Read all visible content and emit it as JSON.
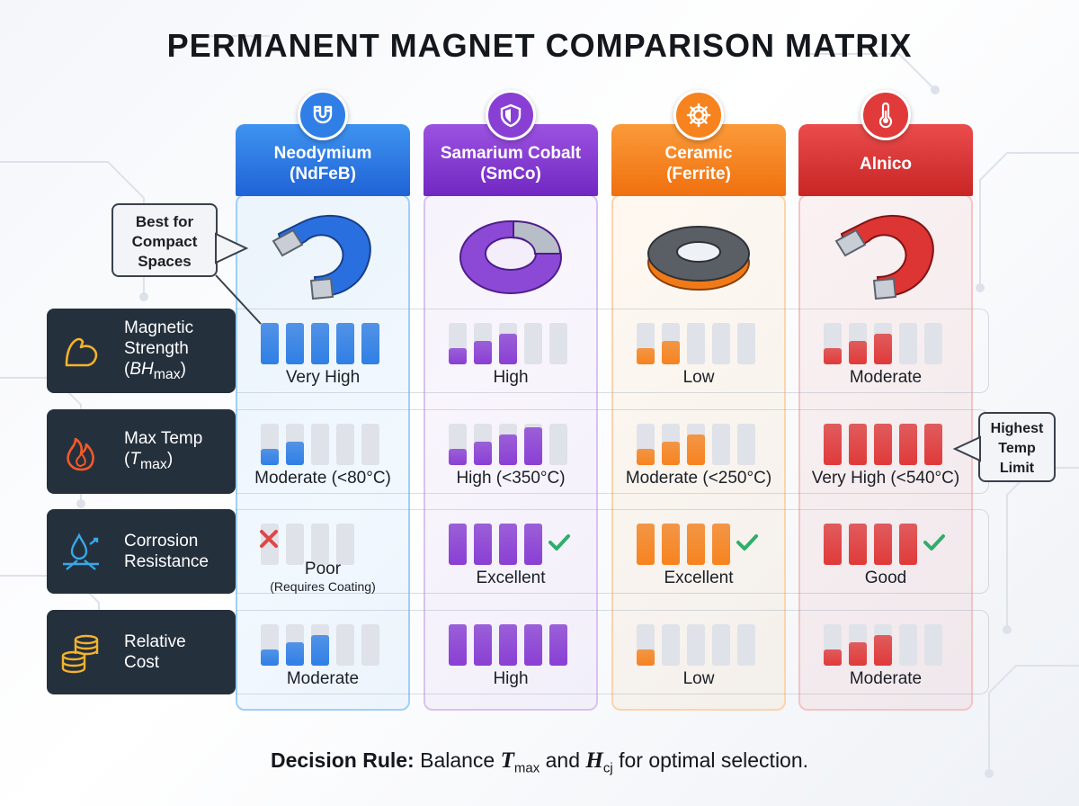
{
  "title": "PERMANENT MAGNET COMPARISON MATRIX",
  "columns": [
    {
      "name": "Neodymium",
      "formula": "(NdFeB)",
      "color": "#2f7fe6",
      "icon": "magnet-icon"
    },
    {
      "name": "Samarium Cobalt",
      "formula": "(SmCo)",
      "color": "#8a3fd4",
      "icon": "shield-icon"
    },
    {
      "name": "Ceramic",
      "formula": "(Ferrite)",
      "color": "#f7831e",
      "icon": "gear-icon"
    },
    {
      "name": "Alnico",
      "formula": "",
      "color": "#e03a3a",
      "icon": "thermometer-icon"
    }
  ],
  "rows": [
    {
      "label_line1": "Magnetic",
      "label_line2": "Strength",
      "label_sym": "BH",
      "label_sub": "max",
      "icon": "flexed-arm-icon"
    },
    {
      "label_line1": "Max Temp",
      "label_line2": "",
      "label_sym": "T",
      "label_sub": "max",
      "icon": "flame-icon"
    },
    {
      "label_line1": "Corrosion",
      "label_line2": "Resistance",
      "label_sym": "",
      "label_sub": "",
      "icon": "water-drop-icon"
    },
    {
      "label_line1": "Relative",
      "label_line2": "Cost",
      "label_sym": "",
      "label_sub": "",
      "icon": "coin-stack-icon"
    }
  ],
  "cells": [
    [
      {
        "text": "Very High",
        "note": "",
        "level": 5,
        "mark": ""
      },
      {
        "text": "High",
        "note": "",
        "level": 3,
        "mark": ""
      },
      {
        "text": "Low",
        "note": "",
        "level": 2,
        "mark": ""
      },
      {
        "text": "Moderate",
        "note": "",
        "level": 3,
        "mark": ""
      }
    ],
    [
      {
        "text": "Moderate (<80°C)",
        "note": "",
        "level": 2,
        "mark": ""
      },
      {
        "text": "High (<350°C)",
        "note": "",
        "level": 4,
        "mark": ""
      },
      {
        "text": "Moderate (<250°C)",
        "note": "",
        "level": 3,
        "mark": ""
      },
      {
        "text": "Very High (<540°C)",
        "note": "",
        "level": 5,
        "mark": ""
      }
    ],
    [
      {
        "text": "Poor",
        "note": "(Requires Coating)",
        "level": 0,
        "mark": "cross"
      },
      {
        "text": "Excellent",
        "note": "",
        "level": 4,
        "mark": "check"
      },
      {
        "text": "Excellent",
        "note": "",
        "level": 4,
        "mark": "check"
      },
      {
        "text": "Good",
        "note": "",
        "level": 4,
        "mark": "check"
      }
    ],
    [
      {
        "text": "Moderate",
        "note": "",
        "level": 3,
        "mark": ""
      },
      {
        "text": "High",
        "note": "",
        "level": 5,
        "mark": ""
      },
      {
        "text": "Low",
        "note": "",
        "level": 1,
        "mark": ""
      },
      {
        "text": "Moderate",
        "note": "",
        "level": 3,
        "mark": ""
      }
    ]
  ],
  "callouts": {
    "compact": "Best for Compact Spaces",
    "temp": "Highest Temp Limit"
  },
  "footer": {
    "bold": "Decision Rule:",
    "text1": "Balance",
    "sym1": "T",
    "sub1": "max",
    "text2": "and",
    "sym2": "H",
    "sub2": "cj",
    "text3": "for optimal selection."
  }
}
